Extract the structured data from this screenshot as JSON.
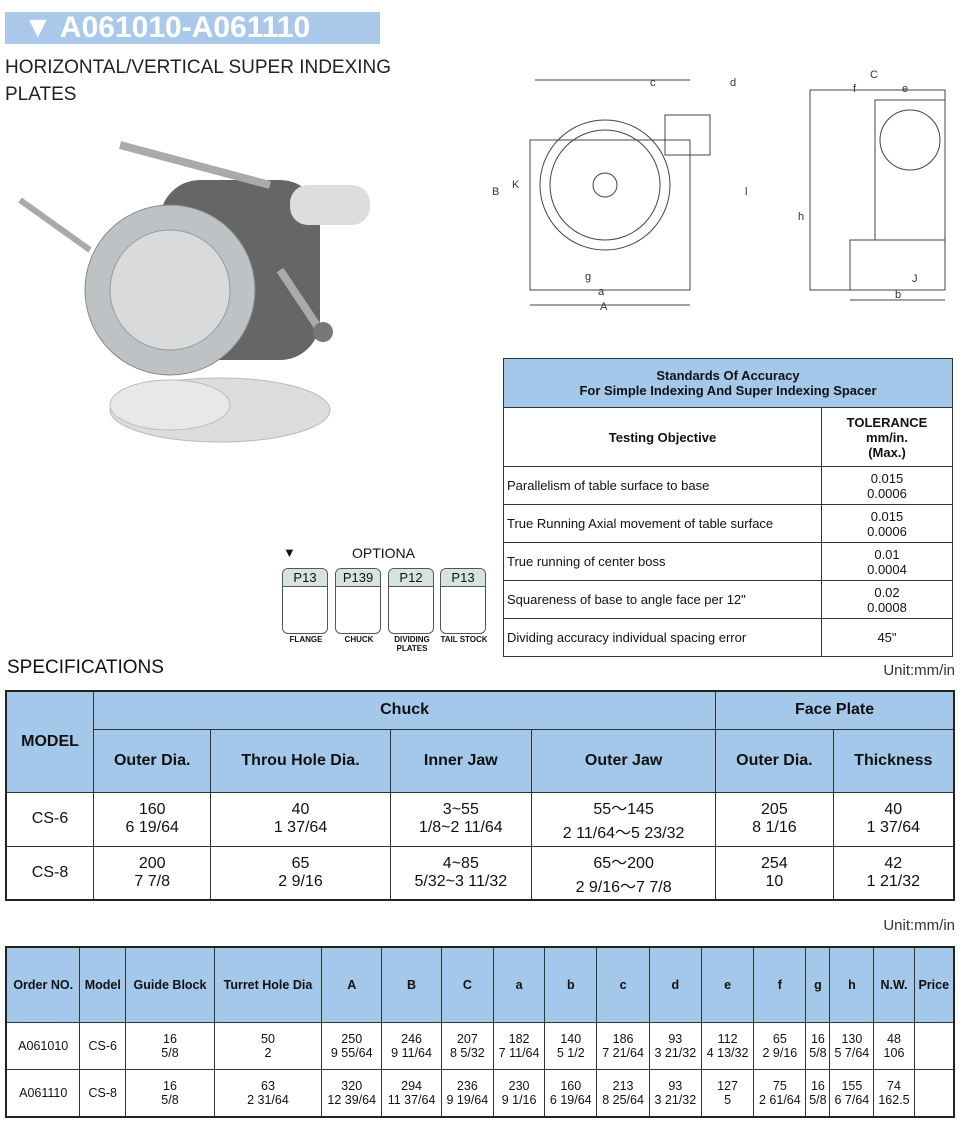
{
  "header": {
    "title": "A061010-A061110",
    "subtitle_line1": "HORIZONTAL/VERTICAL SUPER INDEXING",
    "subtitle_line2": "PLATES"
  },
  "drawing_labels": [
    "c",
    "d",
    "C",
    "f",
    "e",
    "B",
    "K",
    "l",
    "g",
    "a",
    "A",
    "h",
    "J",
    "b"
  ],
  "options": {
    "title": "OPTIONA",
    "items": [
      {
        "page": "P13",
        "label": "FLANGE"
      },
      {
        "page": "P139",
        "label": "CHUCK"
      },
      {
        "page": "P12",
        "label": "DIVIDING PLATES"
      },
      {
        "page": "P13",
        "label": "TAIL STOCK"
      }
    ]
  },
  "accuracy": {
    "title1": "Standards Of Accuracy",
    "title2": "For Simple Indexing And Super Indexing Spacer",
    "col1": "Testing Objective",
    "col2": [
      "TOLERANCE",
      "mm/in.",
      "(Max.)"
    ],
    "rows": [
      [
        "Parallelism of table surface to base",
        "0.015",
        "0.0006"
      ],
      [
        "True Running Axial movement of table surface",
        "0.015",
        "0.0006"
      ],
      [
        "True running of center boss",
        "0.01",
        "0.0004"
      ],
      [
        "Squareness of base to angle face per 12\"",
        "0.02",
        "0.0008"
      ],
      [
        "Dividing accuracy individual spacing  error",
        "45\"",
        ""
      ]
    ]
  },
  "specifications": {
    "title": "SPECIFICATIONS",
    "unit": "Unit:mm/in",
    "model": "MODEL",
    "chuck": "Chuck",
    "face_plate": "Face Plate",
    "cols": [
      "Outer Dia.",
      "Throu  Hole Dia.",
      "Inner Jaw",
      "Outer Jaw",
      "Outer Dia.",
      "Thickness"
    ],
    "rows": [
      {
        "model": "CS-6",
        "cells": [
          [
            "160",
            "6 19/64"
          ],
          [
            "40",
            "1 37/64"
          ],
          [
            "3~55",
            "1/8~2 11/64"
          ],
          [
            "55～145",
            "2 11/64～5 23/32"
          ],
          [
            "205",
            "8 1/16"
          ],
          [
            "40",
            "1 37/64"
          ]
        ]
      },
      {
        "model": "CS-8",
        "cells": [
          [
            "200",
            "7 7/8"
          ],
          [
            "65",
            "2 9/16"
          ],
          [
            "4~85",
            "5/32~3 11/32"
          ],
          [
            "65～200",
            "2 9/16～7 7/8"
          ],
          [
            "254",
            "10"
          ],
          [
            "42",
            "1 21/32"
          ]
        ]
      }
    ]
  },
  "order": {
    "unit": "Unit:mm/in",
    "cols": [
      "Order NO.",
      "Model",
      "Guide Block",
      "Turret Hole Dia",
      "A",
      "B",
      "C",
      "a",
      "b",
      "c",
      "d",
      "e",
      "f",
      "g",
      "h",
      "N.W.",
      "Price"
    ],
    "rows": [
      {
        "order": "A061010",
        "model": "CS-6",
        "cells": [
          [
            "16",
            "5/8"
          ],
          [
            "50",
            "2"
          ],
          [
            "250",
            "9 55/64"
          ],
          [
            "246",
            "9 11/64"
          ],
          [
            "207",
            "8 5/32"
          ],
          [
            "182",
            "7 11/64"
          ],
          [
            "140",
            "5 1/2"
          ],
          [
            "186",
            "7 21/64"
          ],
          [
            "93",
            "3 21/32"
          ],
          [
            "112",
            "4 13/32"
          ],
          [
            "65",
            "2 9/16"
          ],
          [
            "16",
            "5/8"
          ],
          [
            "130",
            "5 7/64"
          ],
          [
            "48",
            "106"
          ],
          [
            "",
            ""
          ]
        ]
      },
      {
        "order": "A061110",
        "model": "CS-8",
        "cells": [
          [
            "16",
            "5/8"
          ],
          [
            "63",
            "2 31/64"
          ],
          [
            "320",
            "12 39/64"
          ],
          [
            "294",
            "11 37/64"
          ],
          [
            "236",
            "9 19/64"
          ],
          [
            "230",
            "9 1/16"
          ],
          [
            "160",
            "6 19/64"
          ],
          [
            "213",
            "8 25/64"
          ],
          [
            "93",
            "3 21/32"
          ],
          [
            "127",
            "5"
          ],
          [
            "75",
            "2 61/64"
          ],
          [
            "16",
            "5/8"
          ],
          [
            "155",
            "6 7/64"
          ],
          [
            "74",
            "162.5"
          ],
          [
            "",
            ""
          ]
        ]
      }
    ]
  }
}
